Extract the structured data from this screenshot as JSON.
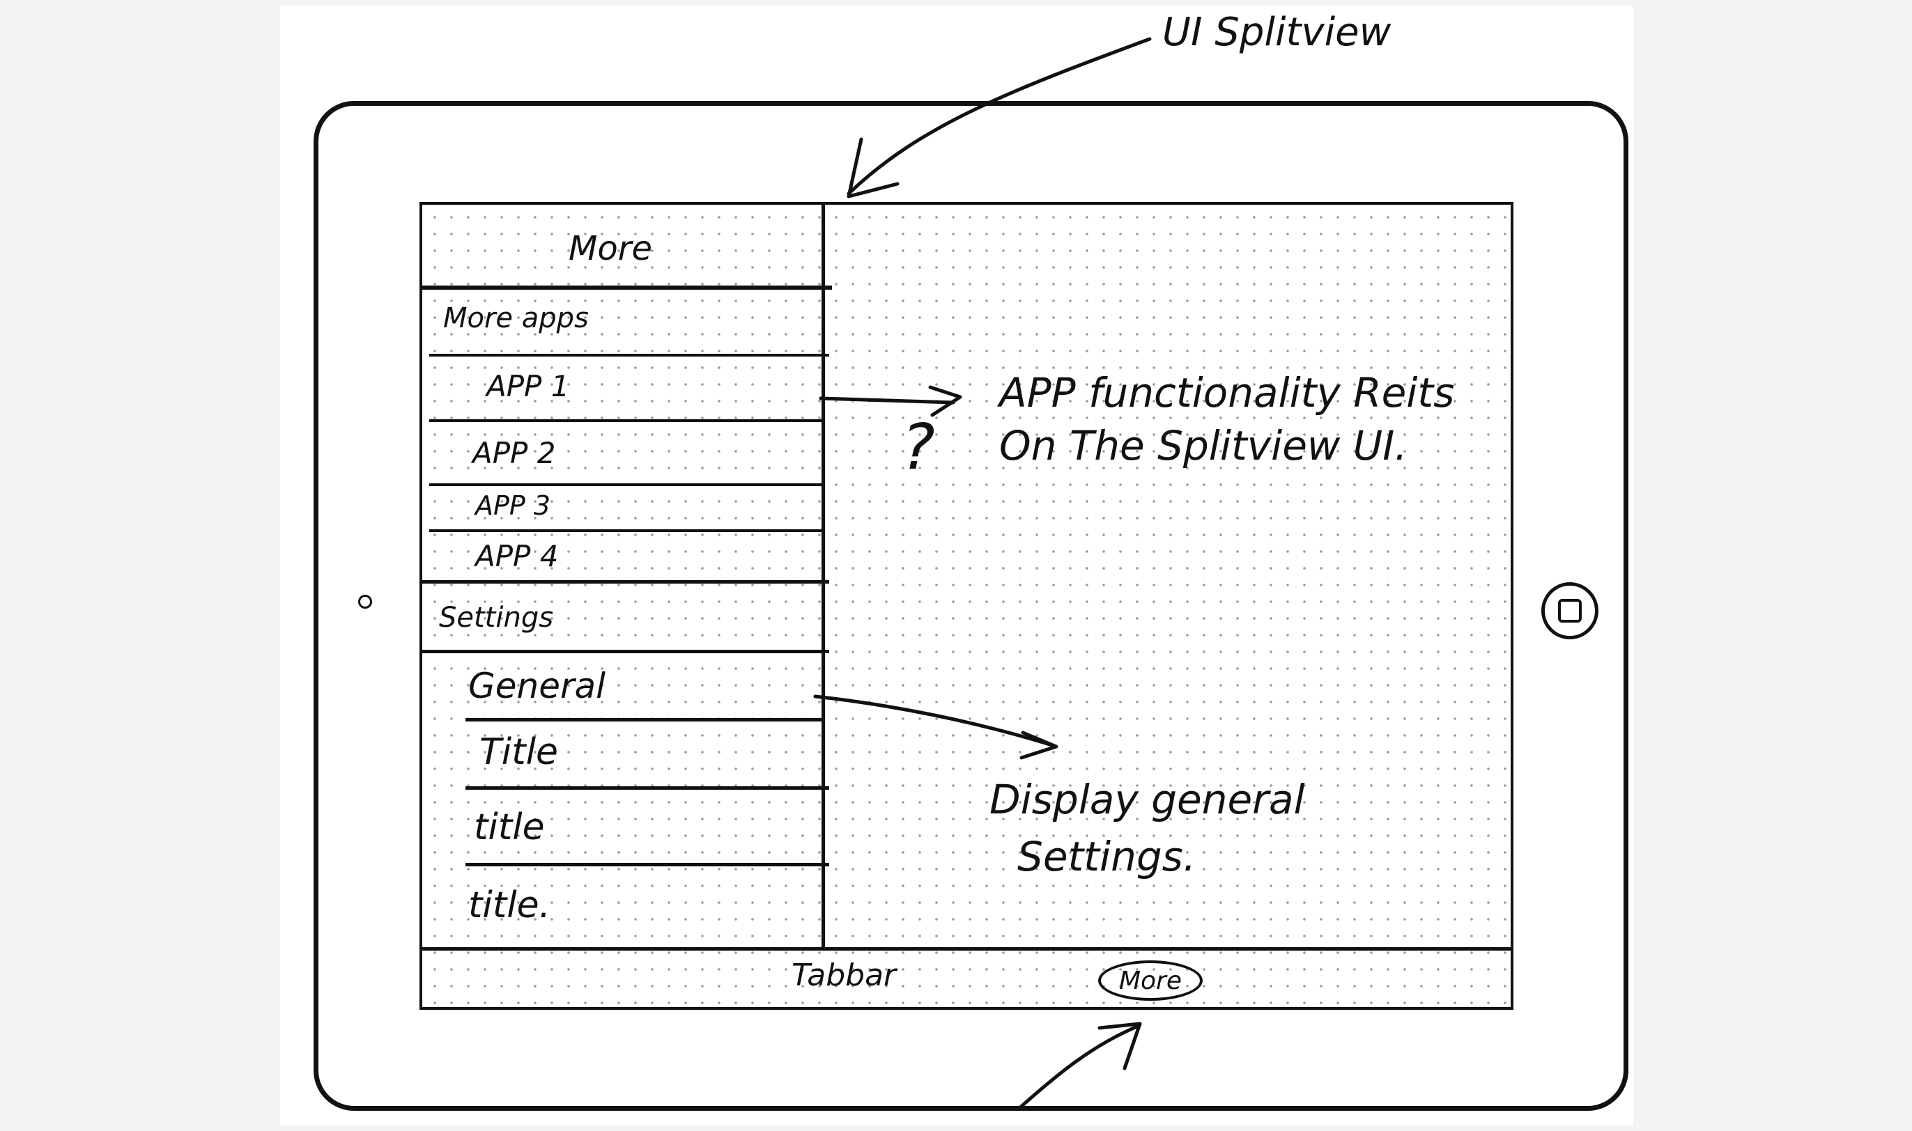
{
  "callout_top": "UI Splitview",
  "master": {
    "nav_title": "More",
    "sections": [
      {
        "label": "More apps",
        "items": [
          "APP 1",
          "APP 2",
          "APP 3",
          "APP 4"
        ]
      },
      {
        "label": "Settings",
        "items": [
          "General",
          "Title",
          "title",
          "title."
        ]
      }
    ]
  },
  "detail": {
    "note_1_line_1": "APP functionality Reits",
    "note_1_line_2": "On The Splitview UI.",
    "question_mark": "?",
    "note_2_line_1": "Display general",
    "note_2_line_2": "Settings."
  },
  "tabbar": {
    "label": "Tabbar",
    "selected_tab": "More"
  }
}
